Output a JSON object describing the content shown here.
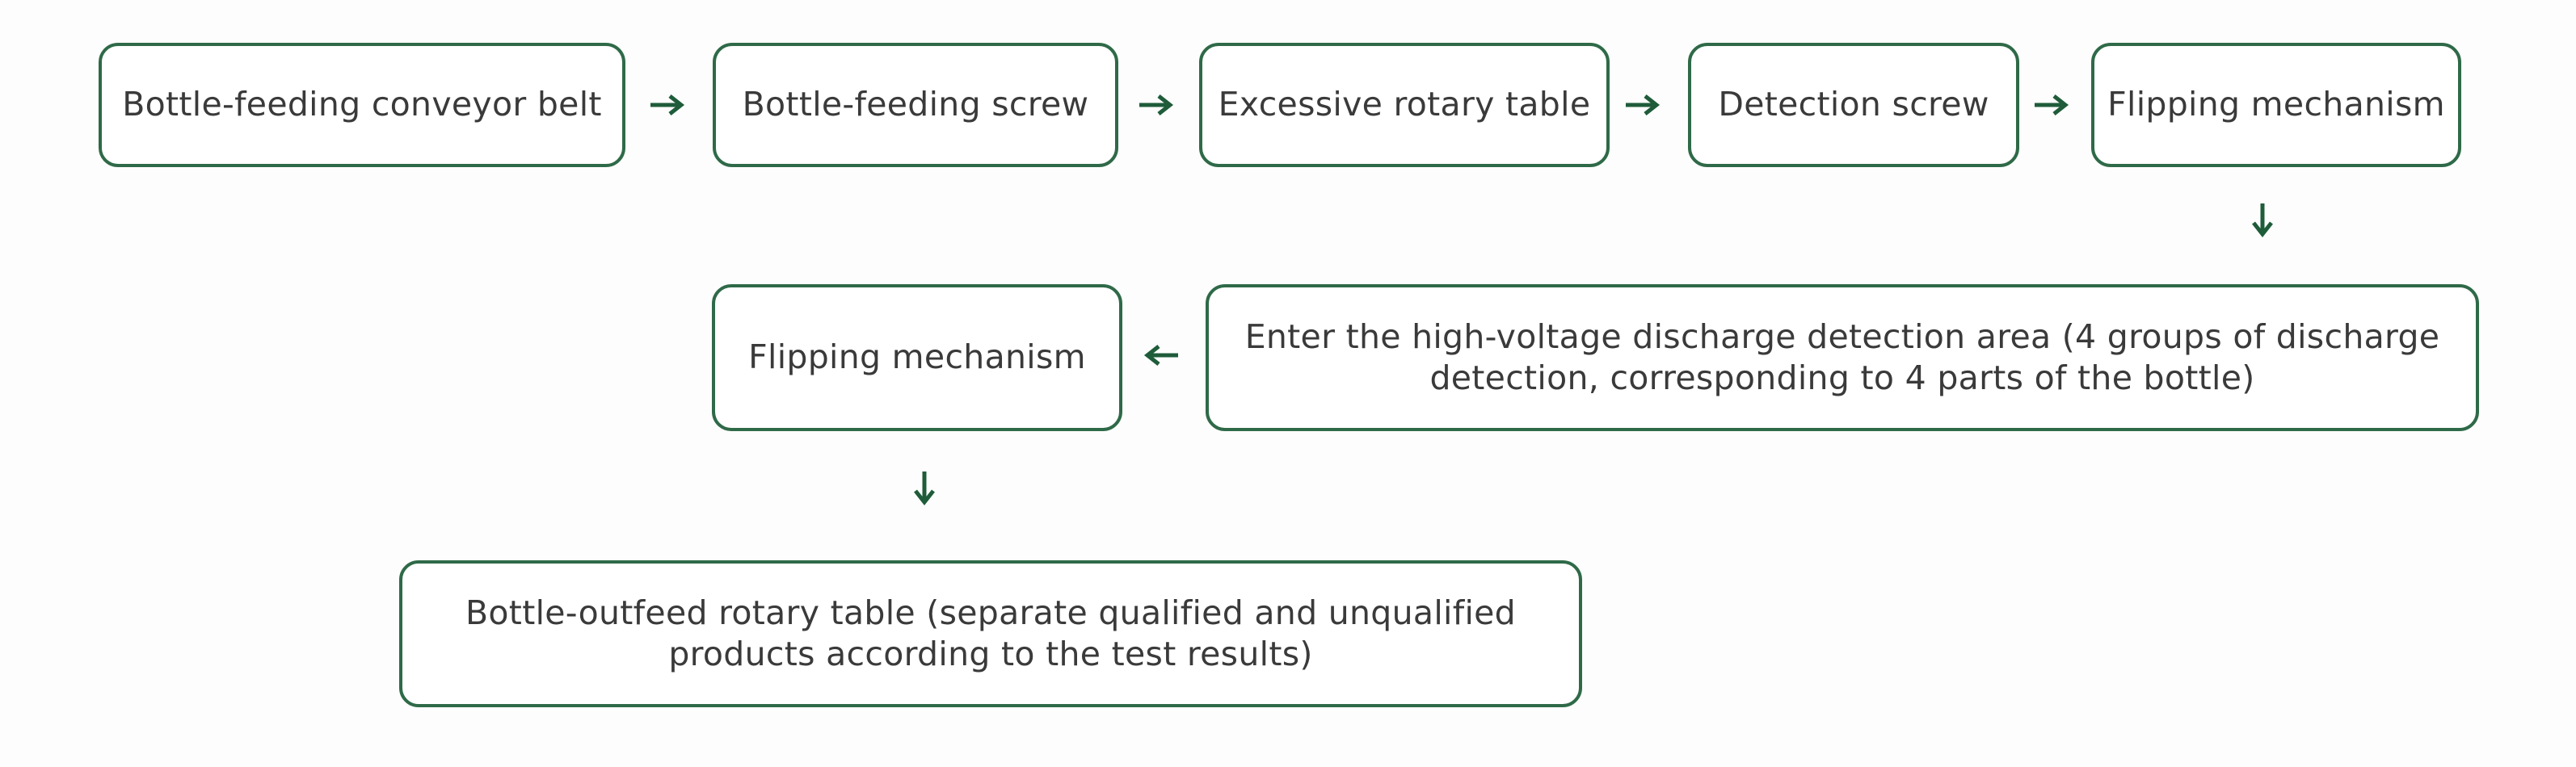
{
  "flow": {
    "steps": [
      "Bottle-feeding conveyor belt",
      "Bottle-feeding screw",
      "Excessive rotary table",
      "Detection screw",
      "Flipping mechanism",
      "Enter the high-voltage discharge detection area (4 groups of discharge detection, corresponding to 4 parts of the bottle)",
      "Flipping mechanism",
      "Bottle-outfeed rotary table (separate qualified and unqualified products according to the test results)"
    ],
    "colors": {
      "border": "#2f6a48",
      "arrow": "#1f5c3a",
      "text": "#3a3a3a"
    }
  }
}
